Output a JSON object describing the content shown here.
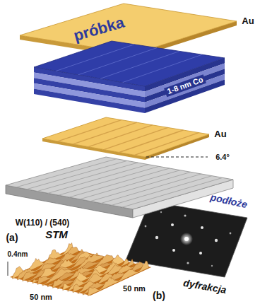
{
  "diagram": {
    "nodes": [
      {
        "text": [
          "próbka"
        ]
      },
      {
        "text": [
          "1-8 nm Co"
        ]
      },
      {
        "text": [
          "W(110) / (540)"
        ]
      }
    ],
    "labels": [
      "Au",
      "Au",
      "6.4°",
      "(a)",
      "STM",
      "0.4nm",
      "50 nm",
      "50 nm",
      "(b)",
      "podłoże",
      "dyfrakcja"
    ]
  }
}
